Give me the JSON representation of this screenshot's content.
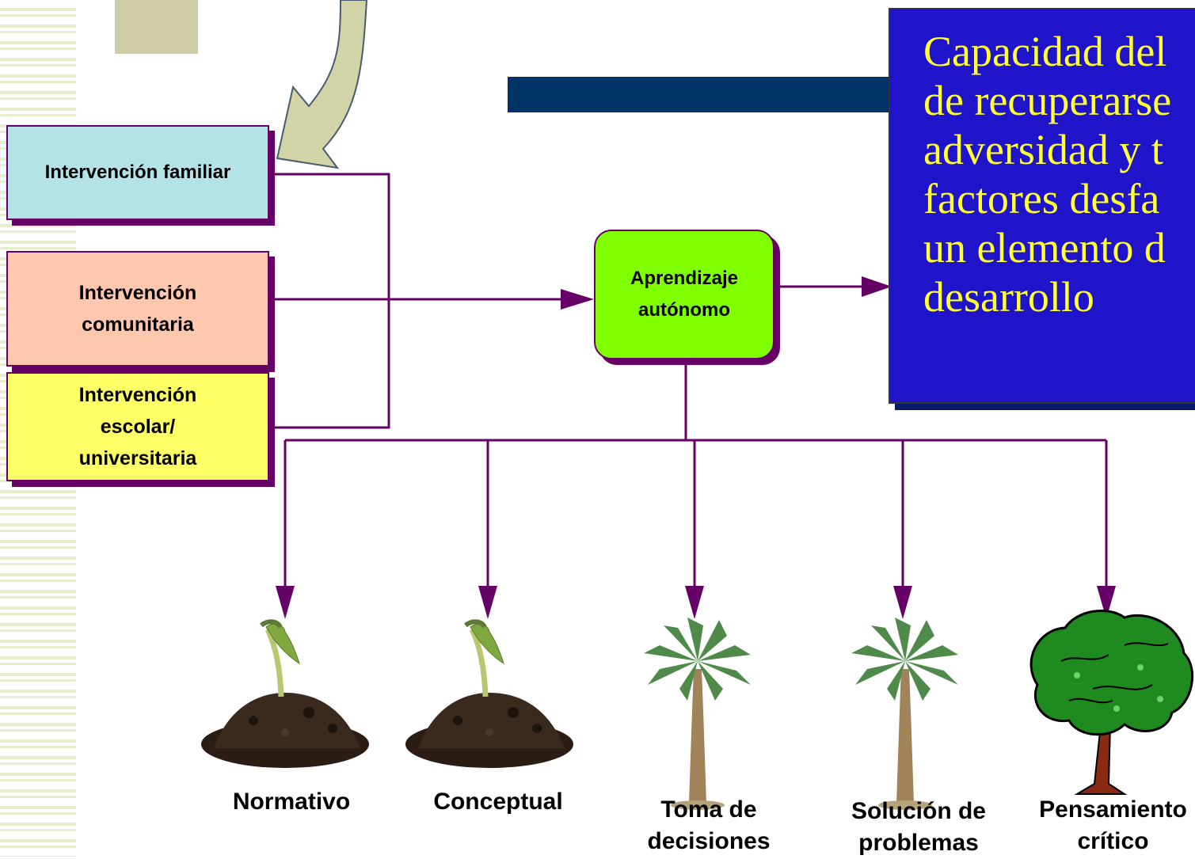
{
  "boxes": {
    "familiar": "Intervención familiar",
    "comunitaria_1": "Intervención",
    "comunitaria_2": "comunitaria",
    "escolar_1": "Intervención",
    "escolar_2": "escolar/",
    "escolar_3": "universitaria",
    "aprendizaje_1": "Aprendizaje",
    "aprendizaje_2": "autónomo"
  },
  "definition": "Capacidad del\nde recuperarse\nadversidad y t\nfactores desfa\nun elemento d\ndesarrollo",
  "outcomes": [
    {
      "lines": [
        "Normativo"
      ],
      "icon": "seedling-icon"
    },
    {
      "lines": [
        "Conceptual"
      ],
      "icon": "seedling-icon"
    },
    {
      "lines": [
        "Toma de",
        "decisiones"
      ],
      "icon": "palm-tree-icon"
    },
    {
      "lines": [
        "Solución de",
        "problemas"
      ],
      "icon": "palm-tree-icon"
    },
    {
      "lines": [
        "Pensamiento",
        "crítico"
      ],
      "icon": "leafy-tree-icon"
    }
  ],
  "colors": {
    "connector": "#660066",
    "familiar_fill": "#b3e3e6",
    "comunitaria_fill": "#ffc7ae",
    "escolar_fill": "#ffff66",
    "aprendizaje_fill": "#7fff00",
    "definition_fill": "#1f14c9",
    "definition_text": "#ffff33"
  }
}
